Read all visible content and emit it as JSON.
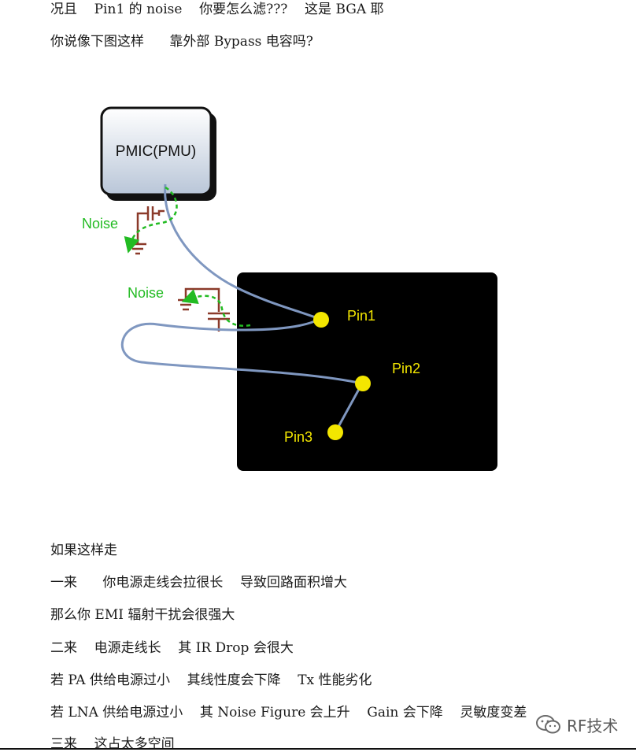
{
  "text_top": [
    "况且    Pin1 的 noise    你要怎么滤???    这是 BGA 耶",
    "你说像下图这样      靠外部 Bypass 电容吗?"
  ],
  "diagram": {
    "chip_label": "PMIC(PMU)",
    "noise_label_1": "Noise",
    "noise_label_2": "Noise",
    "pin1_label": "Pin1",
    "pin2_label": "Pin2",
    "pin3_label": "Pin3",
    "colors": {
      "chip_fill_top": "#ffffff",
      "chip_fill_bottom": "#b9c6d8",
      "bga_fill": "#000000",
      "trace": "#7f97c0",
      "pad": "#f3e600",
      "pin_text": "#f3e600",
      "noise_text": "#22bb22",
      "capacitor": "#8b3a2a"
    }
  },
  "text_bottom": [
    "如果这样走",
    "一来      你电源走线会拉很长    导致回路面积增大",
    "那么你 EMI 辐射干扰会很强大",
    "二来    电源走线长    其 IR Drop 会很大",
    "若 PA 供给电源过小    其线性度会下降    Tx 性能劣化",
    "若 LNA 供给电源过小    其 Noise Figure 会上升    Gain 会下降    灵敏度变差",
    "三来    这占太多空间"
  ],
  "watermark": {
    "text": "RF技术",
    "icon": "wechat-icon"
  }
}
